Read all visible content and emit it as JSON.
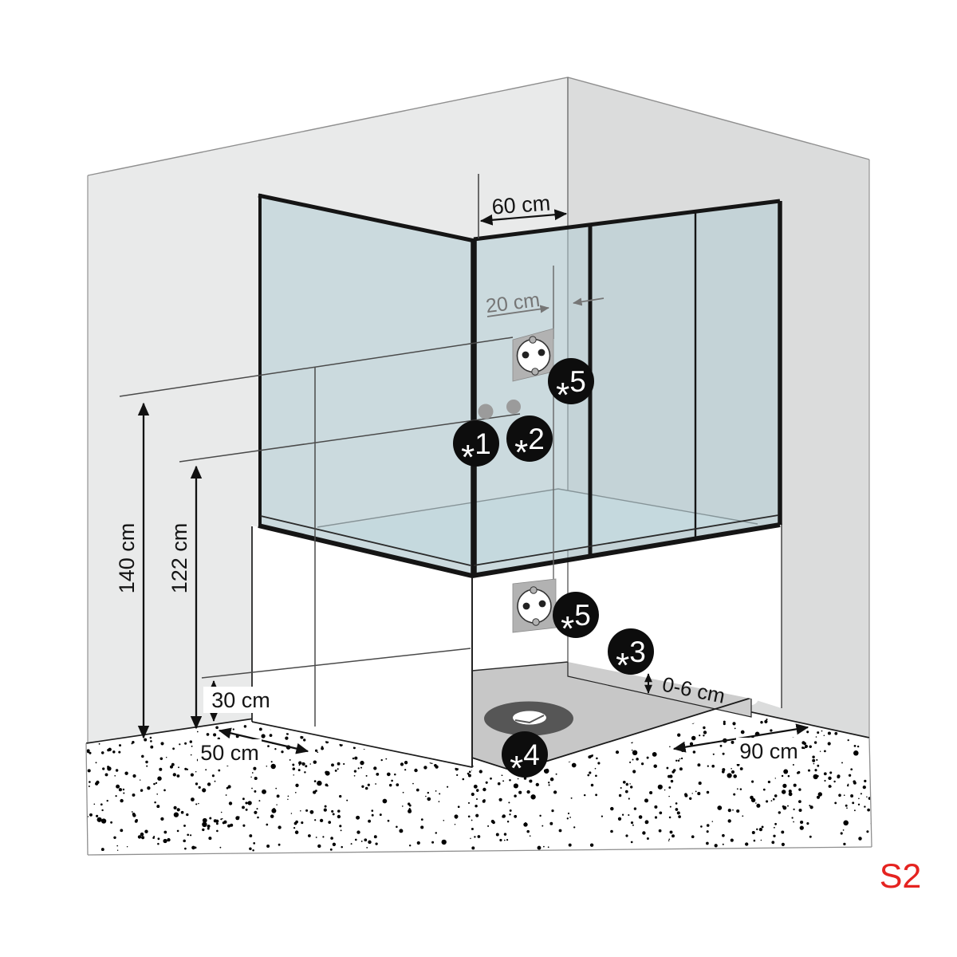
{
  "diagram": {
    "product_code": "S2",
    "dimensions": {
      "niche_width": "60 cm",
      "socket_corner_offset": "20 cm",
      "connection_height_1": "140 cm",
      "connection_height_2": "122 cm",
      "base_height": "30 cm",
      "side_clearance": "50 cm",
      "front_clearance": "90 cm",
      "platform_height": "0-6 cm"
    },
    "markers": [
      {
        "label": "*1"
      },
      {
        "label": "*2"
      },
      {
        "label": "*5"
      },
      {
        "label": "*5"
      },
      {
        "label": "*3"
      },
      {
        "label": "*4"
      }
    ],
    "colors": {
      "accent_red": "#e52320",
      "wall_left": "#e9eaea",
      "wall_right": "#dbdcdc",
      "glass_tint": "#aecad1",
      "platform_gray": "#c7c7c7",
      "platform_face_gray": "#cdcdcd",
      "drain_gray": "#565656",
      "socket_box_gray": "#b2b2b2",
      "marker_black": "#0d0d0d",
      "dim_gray": "#767676"
    },
    "icons": [
      "schuko-socket-icon",
      "drain-icon",
      "water-connection-icon"
    ]
  }
}
